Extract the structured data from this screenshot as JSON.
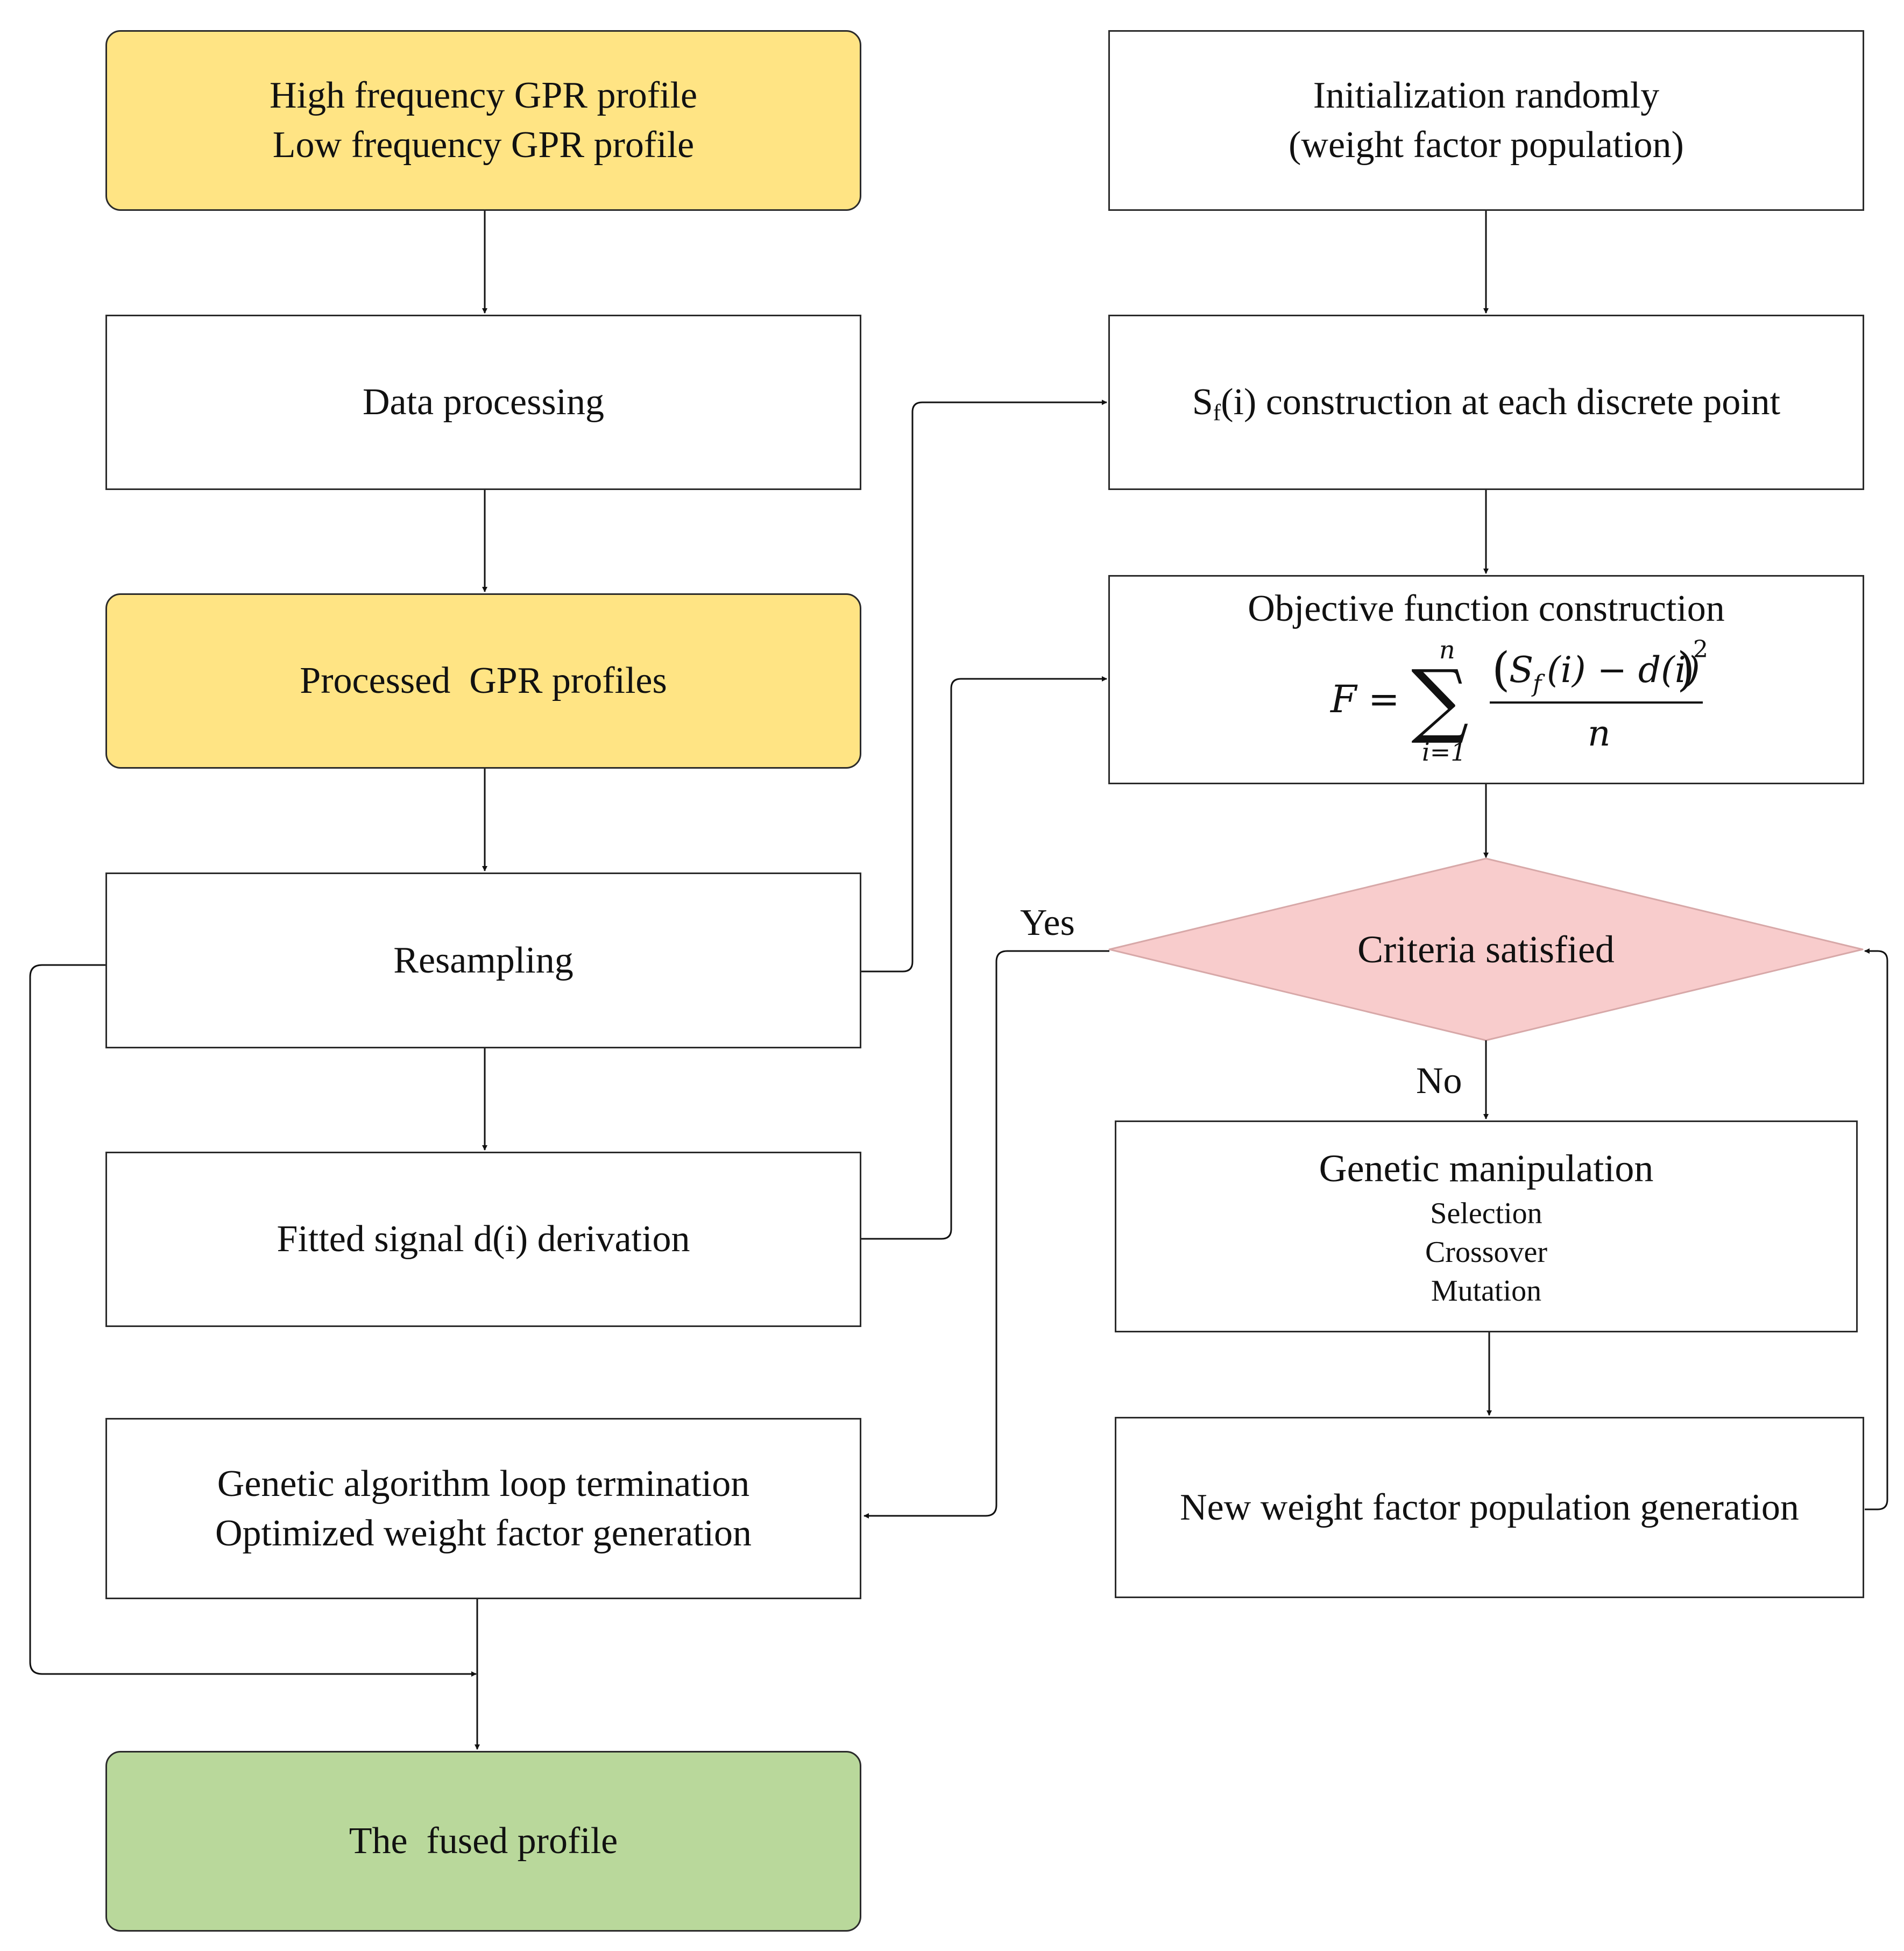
{
  "nodes": {
    "input": {
      "line1": "High frequency GPR profile",
      "line2": "Low frequency GPR profile",
      "color": "#ffe484"
    },
    "data_processing": {
      "label": "Data processing"
    },
    "processed": {
      "label": "Processed  GPR profiles",
      "color": "#ffe484"
    },
    "resampling": {
      "label": "Resampling"
    },
    "fitted_signal": {
      "label": "Fitted signal d(i) derivation"
    },
    "ga_termination": {
      "line1": "Genetic algorithm loop termination",
      "line2": "Optimized weight factor generation"
    },
    "fused": {
      "label": "The  fused profile",
      "color": "#b9d89b"
    },
    "init": {
      "line1": "Initialization randomly",
      "line2": "(weight factor population)"
    },
    "sf_construction": {
      "prefix": "S",
      "sub": "f",
      "suffix": "(i) construction at each discrete point"
    },
    "objective": {
      "title": "Objective function construction",
      "formula": {
        "lhs": "F",
        "equals": "=",
        "sigma": "∑",
        "upper": "n",
        "lower": "i=1",
        "numerator_open": "(",
        "numerator_s": "S",
        "numerator_sub": "f",
        "numerator_rest": "(i) − d(i)",
        "numerator_close": ")",
        "exponent": "2",
        "denominator": "n"
      }
    },
    "criteria": {
      "label": "Criteria satisfied",
      "color": "#f8cccc"
    },
    "genetic": {
      "title": "Genetic manipulation",
      "items": [
        "Selection",
        "Crossover",
        "Mutation"
      ]
    },
    "new_population": {
      "label": "New weight factor population generation"
    }
  },
  "edges": {
    "yes_label": "Yes",
    "no_label": "No"
  }
}
